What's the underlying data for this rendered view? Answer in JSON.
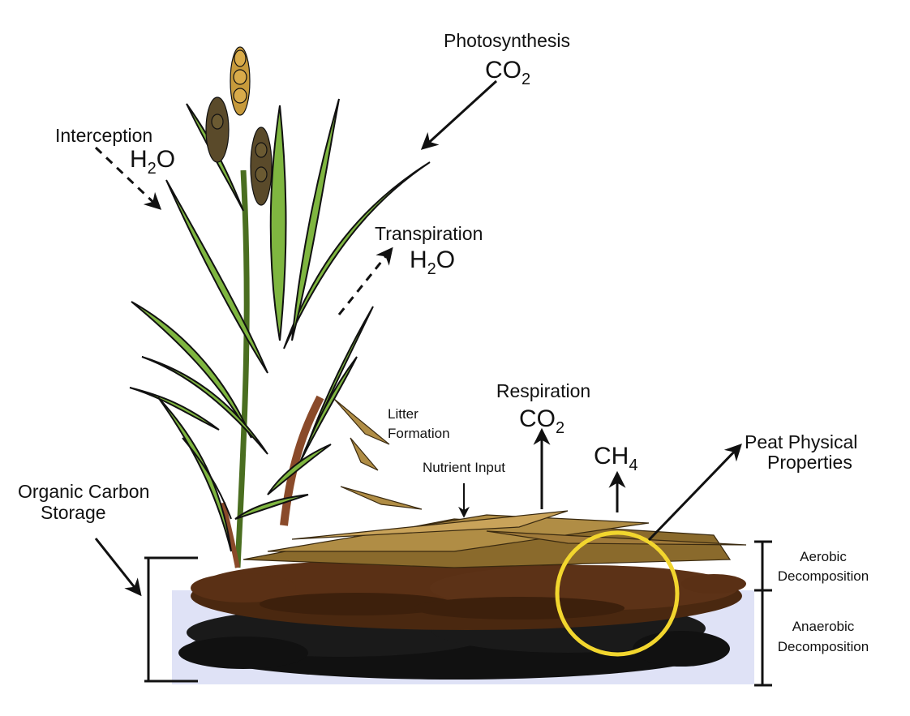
{
  "labels": {
    "photosynthesis": "Photosynthesis",
    "photosynthesis_chem": "CO",
    "photosynthesis_sub": "2",
    "interception": "Interception",
    "interception_chem_a": "H",
    "interception_sub": "2",
    "interception_chem_b": "O",
    "transpiration": "Transpiration",
    "transpiration_chem_a": "H",
    "transpiration_sub": "2",
    "transpiration_chem_b": "O",
    "respiration": "Respiration",
    "respiration_chem": "CO",
    "respiration_sub": "2",
    "methane_chem": "CH",
    "methane_sub": "4",
    "litter_1": "Litter",
    "litter_2": "Formation",
    "nutrient_input": "Nutrient Input",
    "peat_1": "Peat Physical",
    "peat_2": "Properties",
    "organic_1": "Organic Carbon",
    "organic_2": "Storage",
    "aerobic_1": "Aerobic",
    "aerobic_2": "Decomposition",
    "anaerobic_1": "Anaerobic",
    "anaerobic_2": "Decomposition"
  },
  "colors": {
    "leaf": "#7fb640",
    "leaf_outline": "#111111",
    "seed_head": "#c79a3b",
    "seed_dark": "#5a4a2a",
    "stem_brown": "#8a4a2a",
    "litter": "#a07a3a",
    "peat_upper": "#5a3015",
    "peat_lower": "#111111",
    "water": "#dfe2f6",
    "highlight_circle": "#f2d62e",
    "arrow": "#111111"
  }
}
